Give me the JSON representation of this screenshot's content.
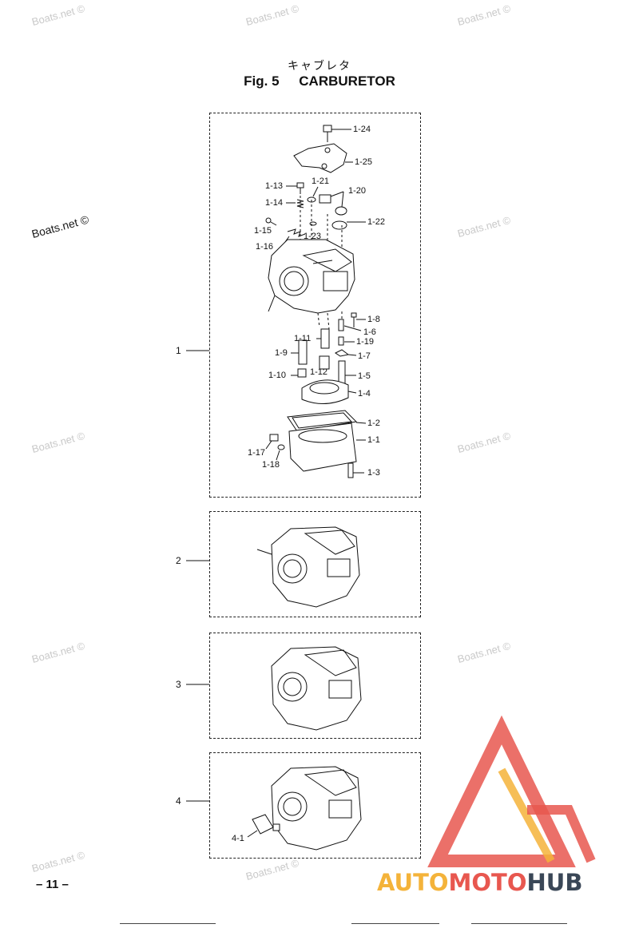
{
  "header": {
    "title_jp": "キャブレタ",
    "fig_label": "Fig. 5",
    "fig_title": "CARBURETOR"
  },
  "watermark": "Boats.net ©",
  "assemblies": [
    "1",
    "2",
    "3",
    "4"
  ],
  "callouts": {
    "c1_24": "1-24",
    "c1_25": "1-25",
    "c1_13": "1-13",
    "c1_21": "1-21",
    "c1_20": "1-20",
    "c1_14": "1-14",
    "c1_22": "1-22",
    "c1_15": "1-15",
    "c1_23": "1-23",
    "c1_16": "1-16",
    "c1_8": "1-8",
    "c1_6": "1-6",
    "c1_11": "1-11",
    "c1_19": "1-19",
    "c1_9": "1-9",
    "c1_7": "1-7",
    "c1_10": "1-10",
    "c1_12": "1-12",
    "c1_5": "1-5",
    "c1_4": "1-4",
    "c1_2": "1-2",
    "c1_1": "1-1",
    "c1_17": "1-17",
    "c1_18": "1-18",
    "c1_3": "1-3",
    "c4_1": "4-1"
  },
  "page_number": "– 11 –",
  "logo": {
    "part1": "AUTO",
    "part2": "MOTO",
    "part3": "HUB"
  },
  "colors": {
    "logo_red": "#e8574f",
    "logo_yellow": "#f4b33a",
    "logo_dark": "#3a4757",
    "watermark": "#c9c9c9"
  }
}
